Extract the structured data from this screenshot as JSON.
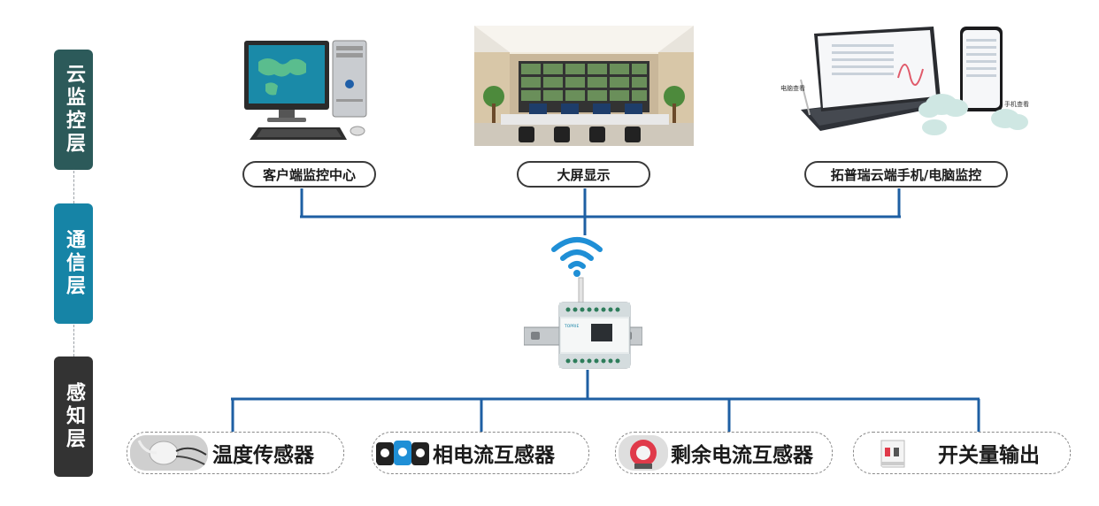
{
  "layers": [
    {
      "label": "云监控层",
      "color": "#2c5a5a"
    },
    {
      "label": "通信层",
      "color": "#1684a6"
    },
    {
      "label": "感知层",
      "color": "#333333"
    }
  ],
  "cloud_nodes": [
    {
      "label": "客户端监控中心",
      "image": "desktop-computer"
    },
    {
      "label": "大屏显示",
      "image": "monitoring-room-video-wall"
    },
    {
      "label": "拓普瑞云端手机/电脑监控",
      "image": "tablet-and-phone"
    }
  ],
  "tablet_captions": {
    "left": "电脑查看",
    "right": "手机查看"
  },
  "device": {
    "image": "din-rail-gateway",
    "brand": "TOPRIE",
    "signal_icon": "wifi-icon"
  },
  "sensors": [
    {
      "label": "温度传感器",
      "image": "temperature-probe"
    },
    {
      "label": "相电流互感器",
      "image": "current-transformer"
    },
    {
      "label": "剩余电流互感器",
      "image": "residual-current-transformer"
    },
    {
      "label": "开关量输出",
      "image": "circuit-breaker"
    }
  ],
  "colors": {
    "line": "#1e5fa3",
    "wifi": "#1f8fd6"
  }
}
